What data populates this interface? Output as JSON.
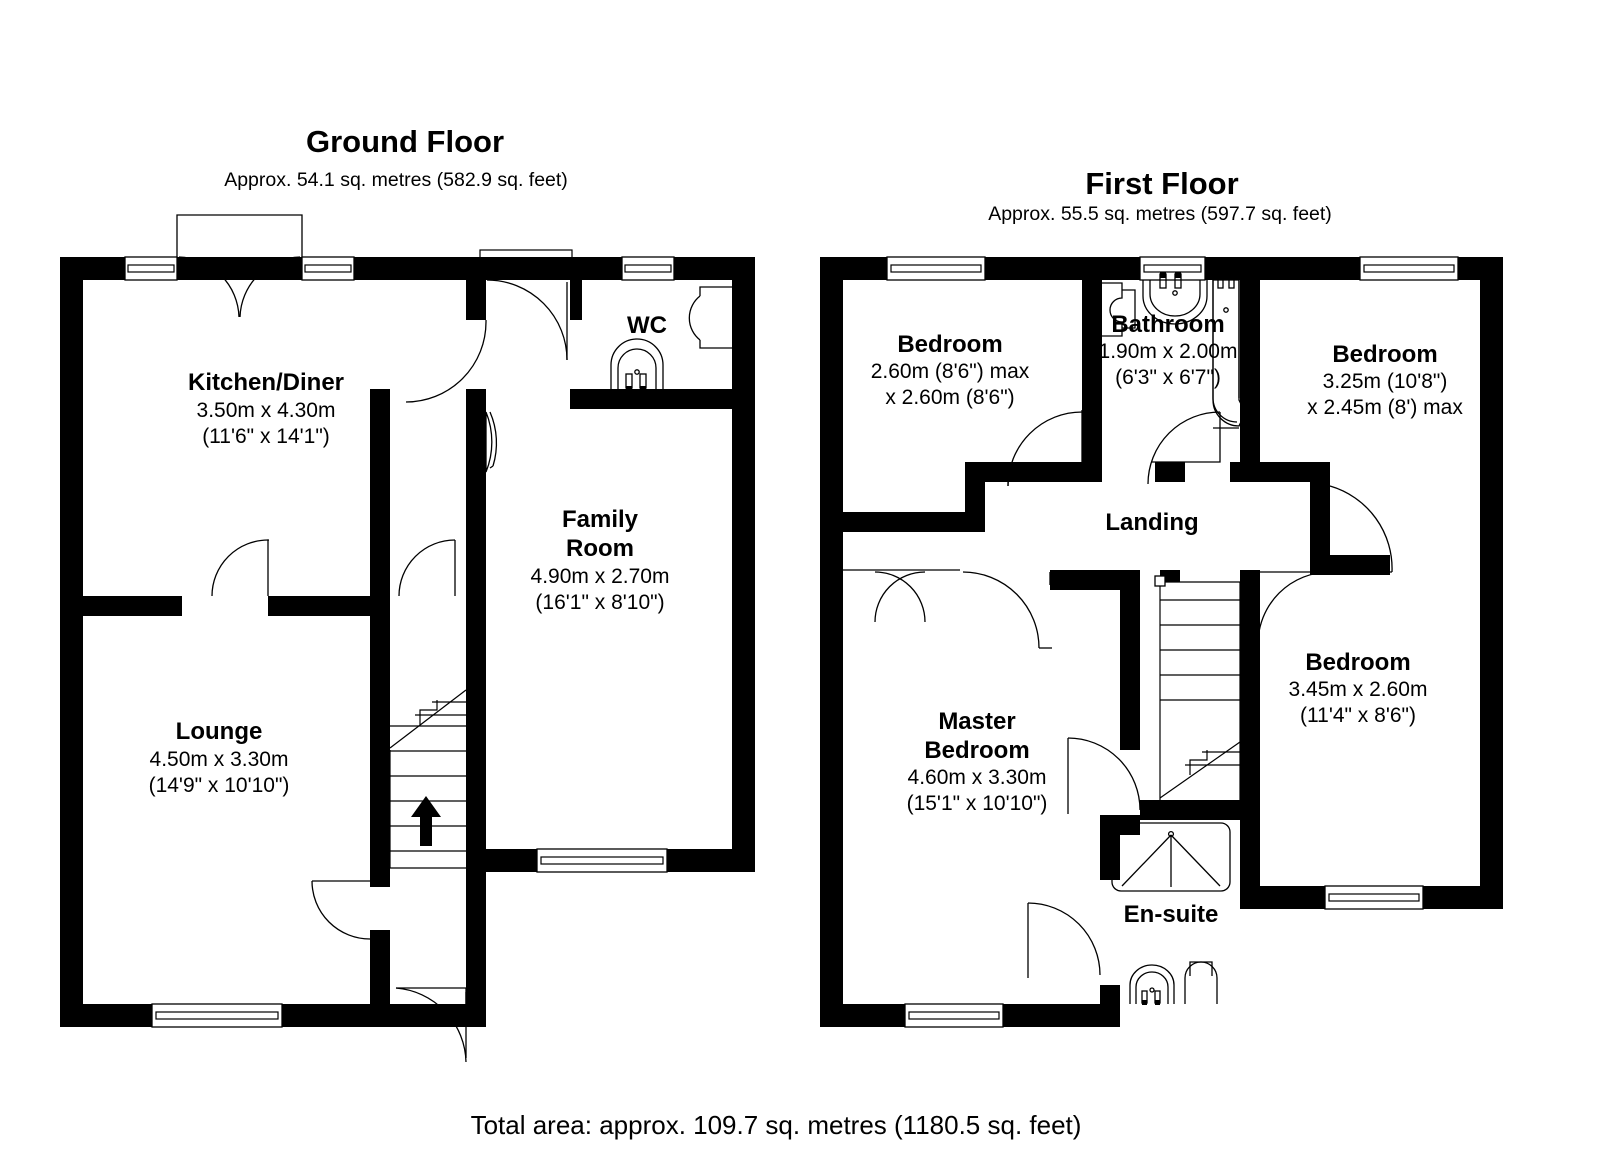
{
  "floors": [
    {
      "id": "ground",
      "title": "Ground Floor",
      "subtitle": "Approx. 54.1 sq. metres (582.9 sq. feet)",
      "rooms": [
        {
          "id": "kitchen-diner",
          "name": "Kitchen/Diner",
          "dim_metric": "3.50m x 4.30m",
          "dim_imperial": "(11'6\" x 14'1\")"
        },
        {
          "id": "wc",
          "name": "WC",
          "dim_metric": "",
          "dim_imperial": ""
        },
        {
          "id": "family-room",
          "name_line1": "Family",
          "name_line2": "Room",
          "dim_metric": "4.90m x 2.70m",
          "dim_imperial": "(16'1\" x 8'10\")"
        },
        {
          "id": "lounge",
          "name": "Lounge",
          "dim_metric": "4.50m x 3.30m",
          "dim_imperial": "(14'9\" x 10'10\")"
        }
      ]
    },
    {
      "id": "first",
      "title": "First Floor",
      "subtitle": "Approx. 55.5 sq. metres (597.7 sq. feet)",
      "rooms": [
        {
          "id": "bedroom-2",
          "name": "Bedroom",
          "dim_metric": "2.60m (8'6\") max",
          "dim_imperial": "x 2.60m (8'6\")"
        },
        {
          "id": "bathroom",
          "name": "Bathroom",
          "dim_metric": "1.90m x 2.00m",
          "dim_imperial": "(6'3\" x 6'7\")"
        },
        {
          "id": "bedroom-3",
          "name": "Bedroom",
          "dim_metric": "3.25m (10'8\")",
          "dim_imperial": "x 2.45m (8') max"
        },
        {
          "id": "landing",
          "name": "Landing",
          "dim_metric": "",
          "dim_imperial": ""
        },
        {
          "id": "bedroom-4",
          "name": "Bedroom",
          "dim_metric": "3.45m x 2.60m",
          "dim_imperial": "(11'4\" x 8'6\")"
        },
        {
          "id": "master-bedroom",
          "name_line1": "Master",
          "name_line2": "Bedroom",
          "dim_metric": "4.60m x 3.30m",
          "dim_imperial": "(15'1\" x 10'10\")"
        },
        {
          "id": "en-suite",
          "name": "En-suite",
          "dim_metric": "",
          "dim_imperial": ""
        }
      ]
    }
  ],
  "footer": {
    "total_area": "Total area: approx. 109.7 sq. metres (1180.5 sq. feet)"
  },
  "colors": {
    "wall": "#000000",
    "background": "#ffffff",
    "text": "#000000"
  }
}
